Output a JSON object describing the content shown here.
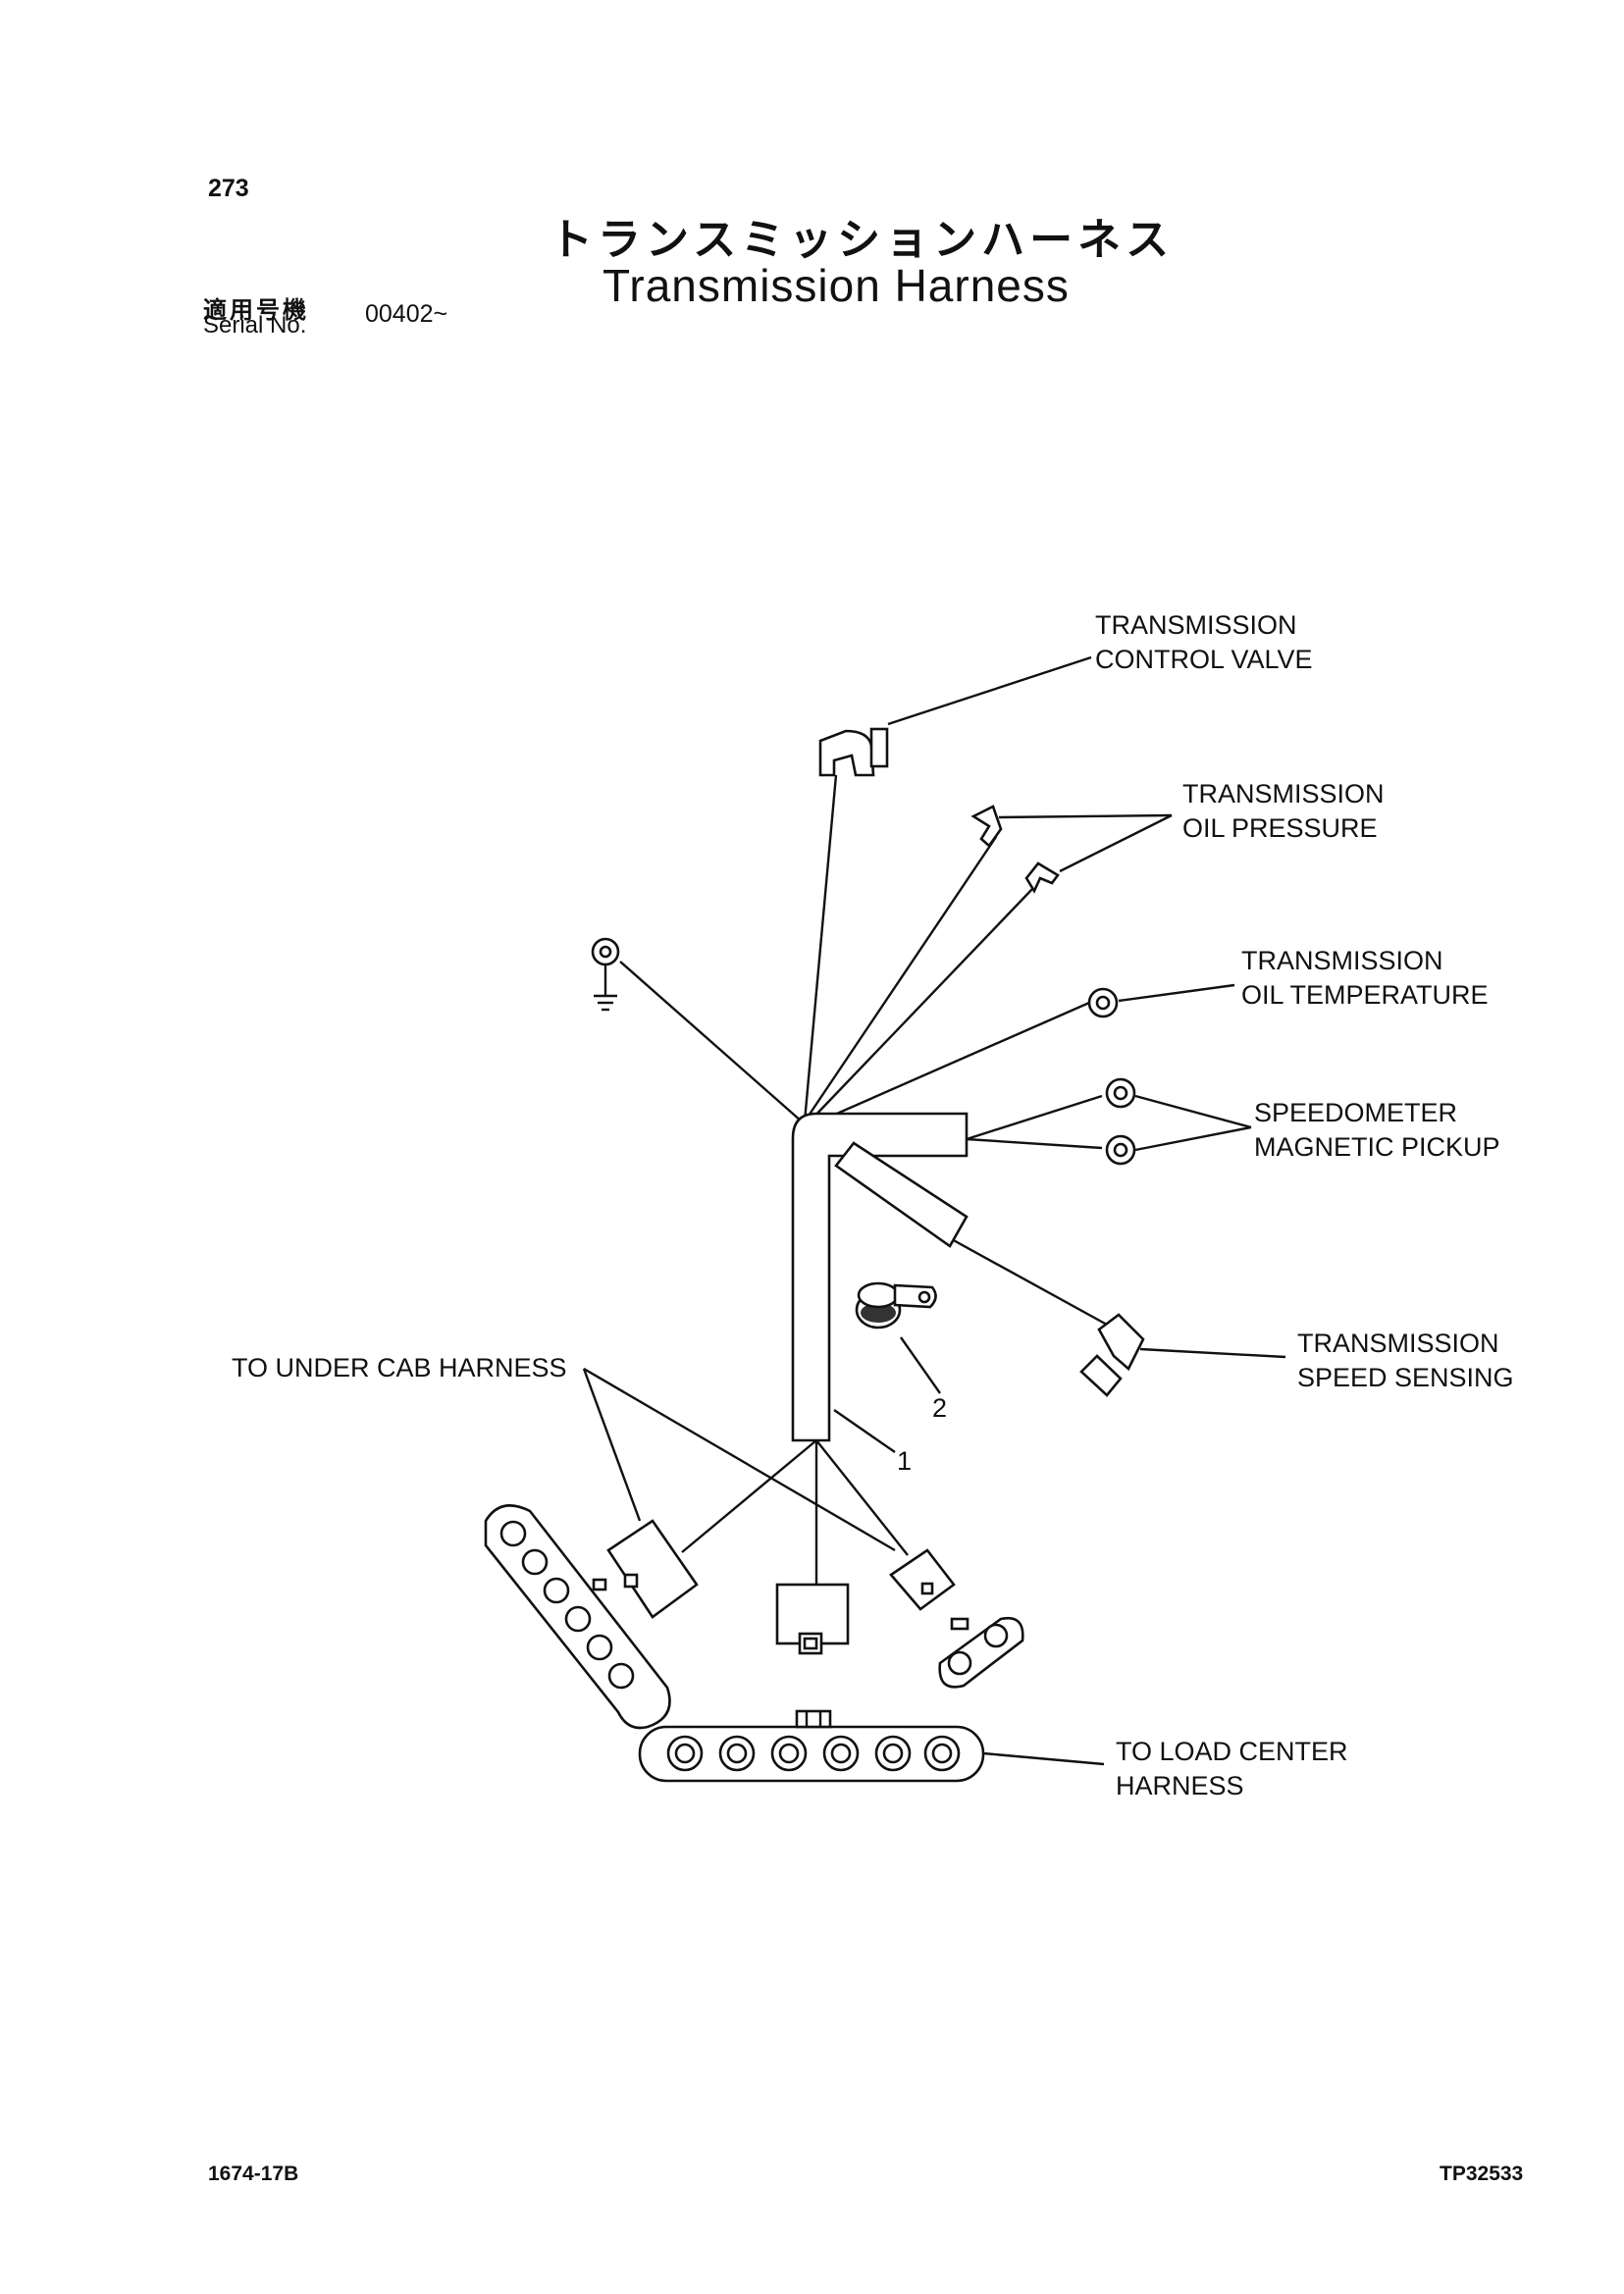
{
  "header": {
    "page_number": "273",
    "title_jp": "トランスミッションハーネス",
    "title_en": "Transmission Harness",
    "serial_label_jp": "適用号機",
    "serial_label_en": "Serial No.",
    "serial_value": "00402~"
  },
  "labels": {
    "control_valve": [
      "TRANSMISSION",
      "CONTROL VALVE"
    ],
    "oil_pressure": [
      "TRANSMISSION",
      "OIL PRESSURE"
    ],
    "oil_temperature": [
      "TRANSMISSION",
      "OIL TEMPERATURE"
    ],
    "speedometer": [
      "SPEEDOMETER",
      "MAGNETIC PICKUP"
    ],
    "speed_sensing": [
      "TRANSMISSION",
      "SPEED SENSING"
    ],
    "under_cab": "TO UNDER CAB HARNESS",
    "load_center": [
      "TO LOAD CENTER",
      "HARNESS"
    ]
  },
  "callouts": {
    "harness": "1",
    "clamp": "2"
  },
  "footer": {
    "left_code": "1674-17B",
    "right_code": "TP32533"
  }
}
